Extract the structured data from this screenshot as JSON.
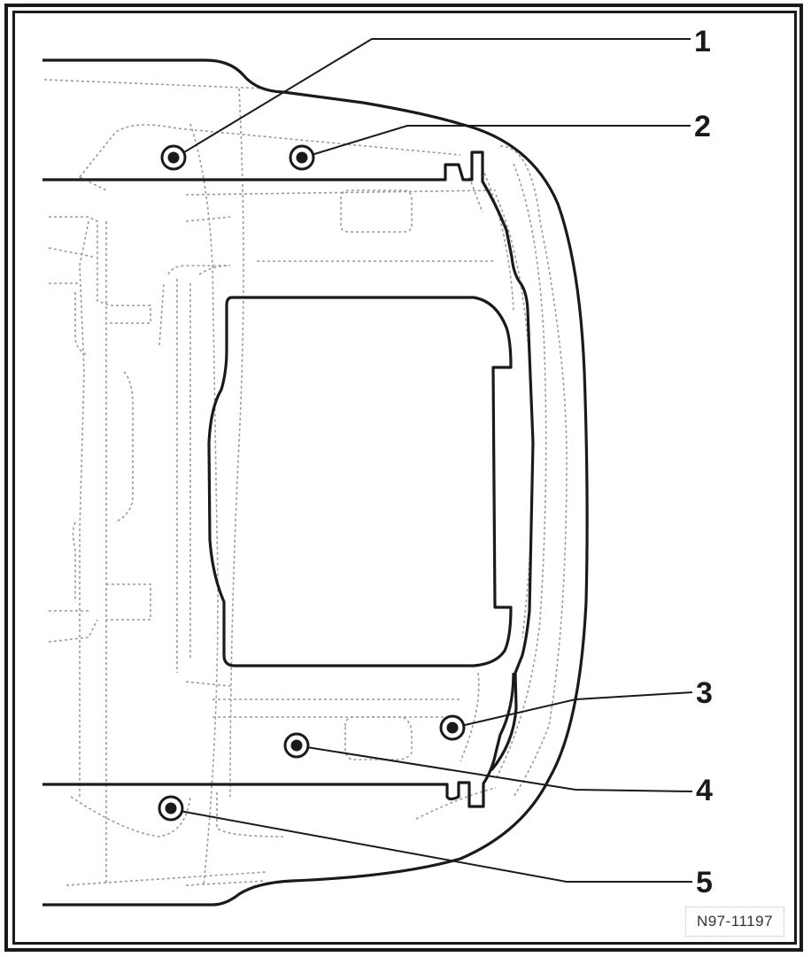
{
  "figure": {
    "reference": "N97-11197",
    "colors": {
      "line": "#1a1a1a",
      "hidden_line": "#9a9a9a",
      "background": "#ffffff"
    }
  },
  "callouts": [
    {
      "number": "1",
      "target": "fastener-top-left"
    },
    {
      "number": "2",
      "target": "fastener-top-middle"
    },
    {
      "number": "3",
      "target": "fastener-bottom-right"
    },
    {
      "number": "4",
      "target": "fastener-bottom-middle"
    },
    {
      "number": "5",
      "target": "fastener-bottom-left"
    }
  ]
}
